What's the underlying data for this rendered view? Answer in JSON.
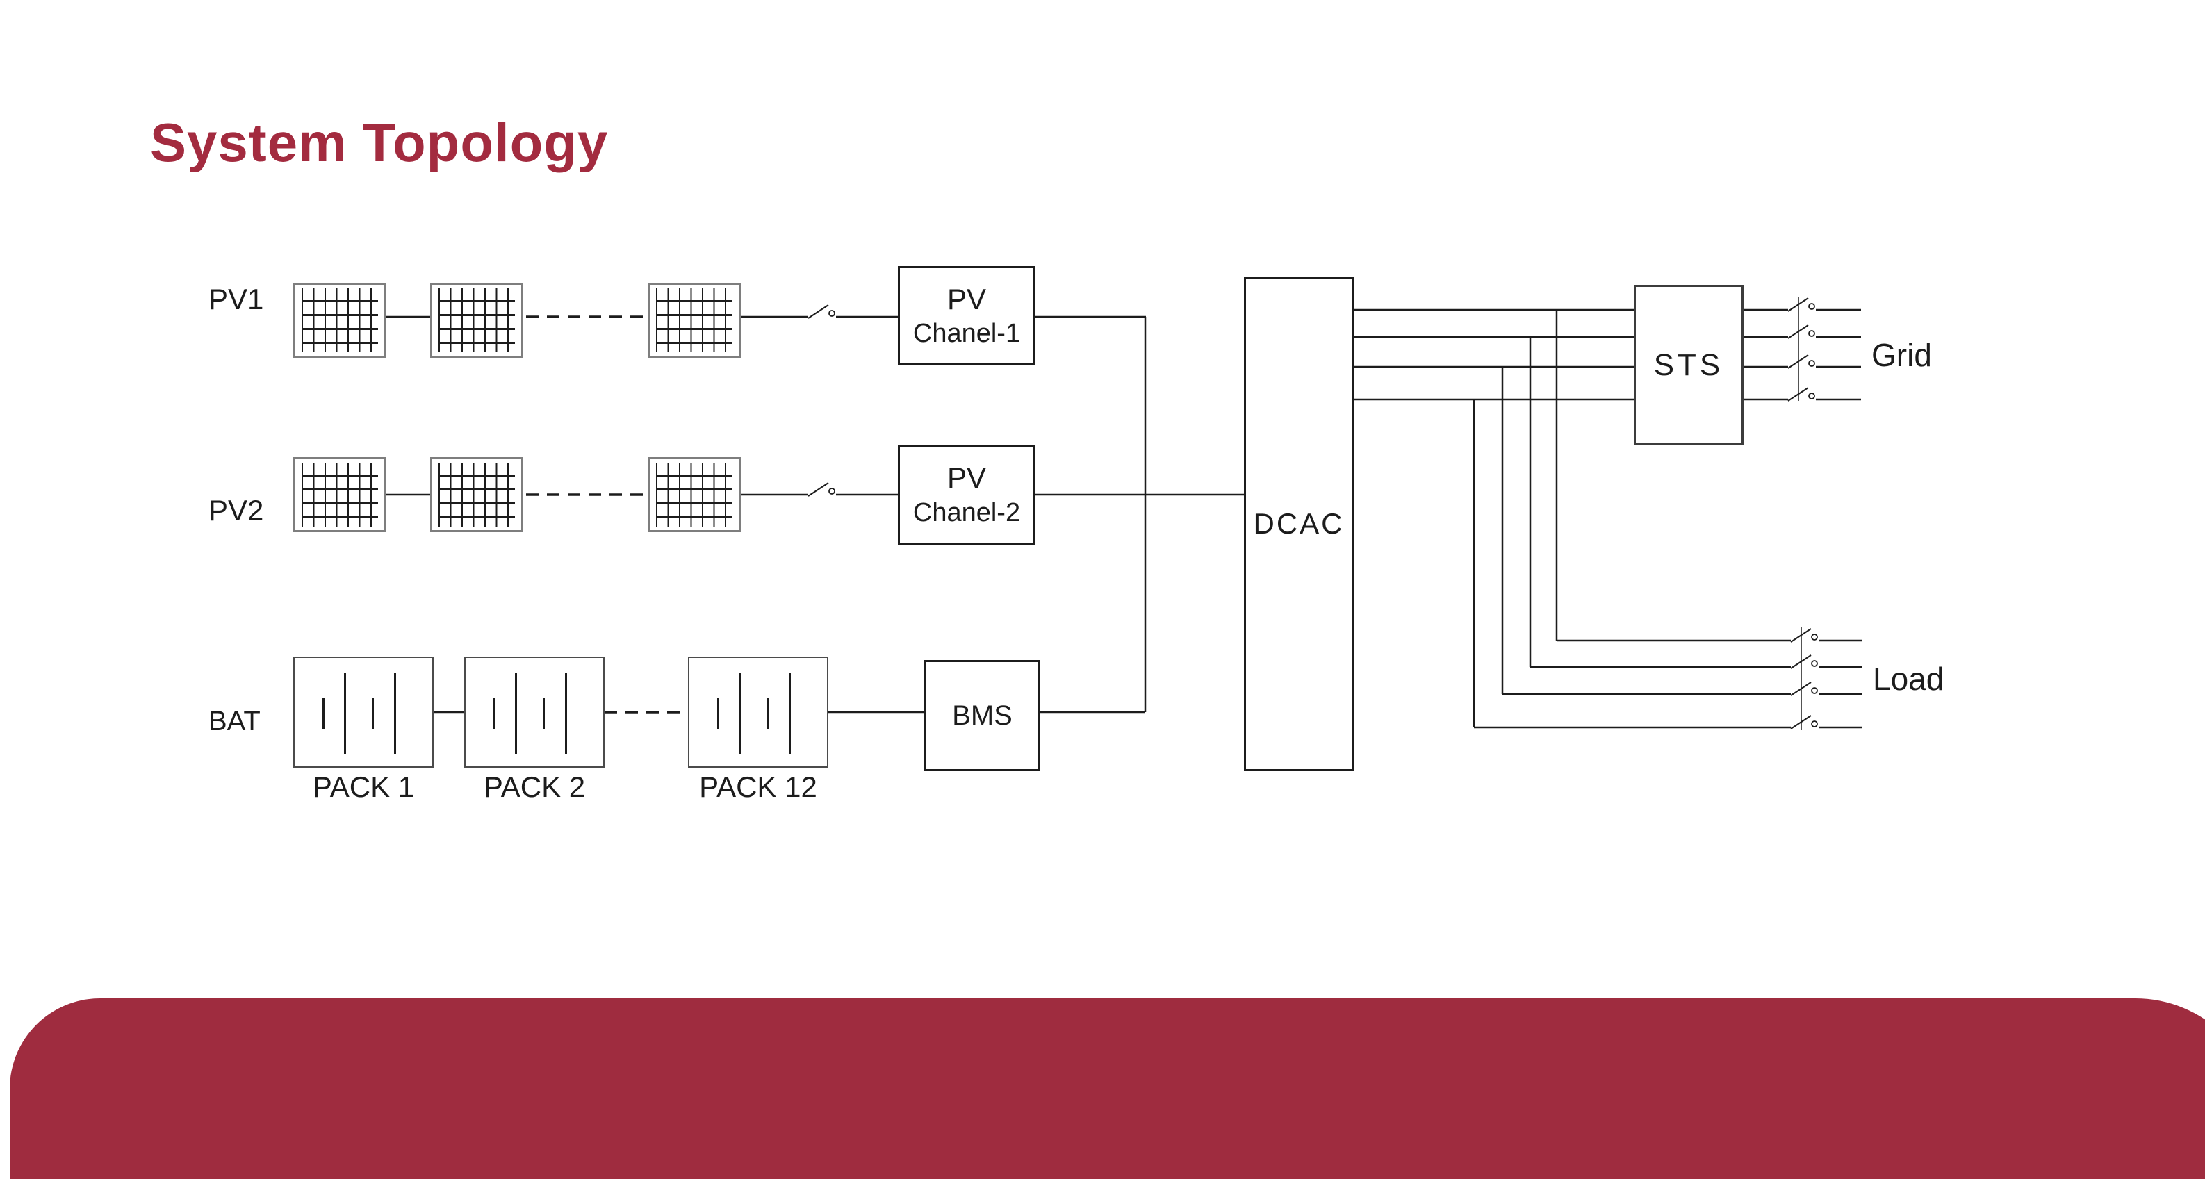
{
  "slide": {
    "title": "System Topology",
    "title_color": "#A32B3F",
    "footer_color": "#9F2C3F",
    "line_color": "#1c1c1c"
  },
  "diagram": {
    "strings": {
      "pv1": {
        "label": "PV1"
      },
      "pv2": {
        "label": "PV2"
      },
      "bat": {
        "label": "BAT"
      }
    },
    "packs": [
      {
        "label": "PACK 1"
      },
      {
        "label": "PACK 2"
      },
      {
        "label": "PACK 12"
      }
    ],
    "boxes": {
      "pv_channel_1": {
        "line1": "PV",
        "line2": "Chanel-1"
      },
      "pv_channel_2": {
        "line1": "PV",
        "line2": "Chanel-2"
      },
      "bms": {
        "label": "BMS"
      },
      "dcac": {
        "label": "DCAC"
      },
      "sts": {
        "label": "STS"
      }
    },
    "outputs": {
      "grid": {
        "label": "Grid"
      },
      "load": {
        "label": "Load"
      }
    },
    "icons": {
      "pv_module": "pv-module-icon",
      "battery_pack": "battery-pack-icon",
      "disconnect_switch": "disconnect-switch-icon"
    }
  }
}
